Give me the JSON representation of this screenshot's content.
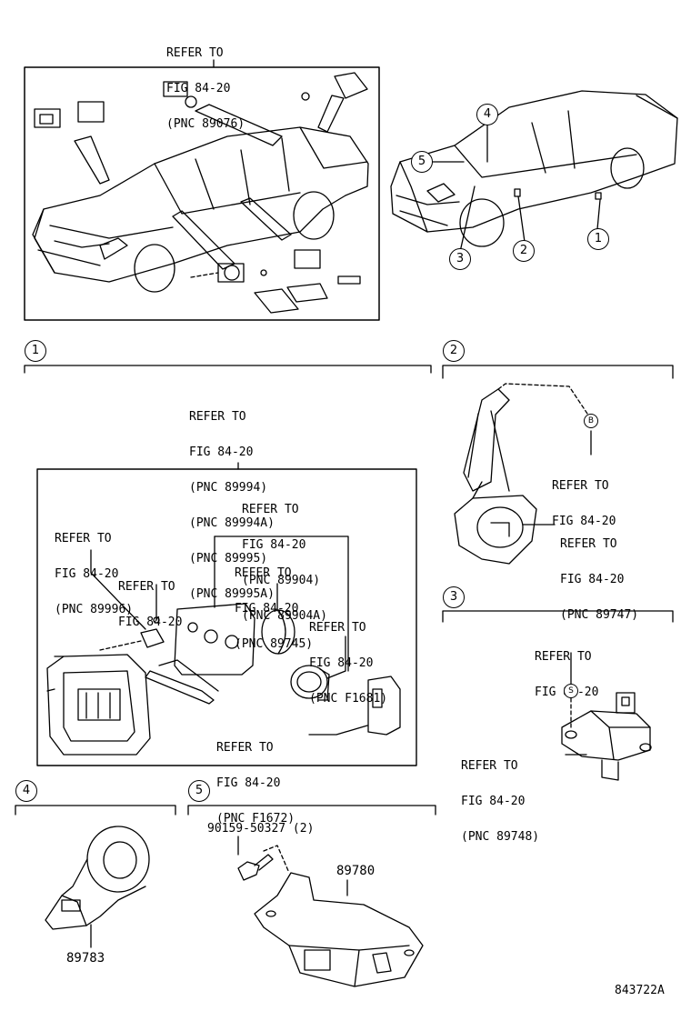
{
  "overview": {
    "refer": [
      "REFER TO",
      "FIG 84-20",
      "(PNC 89076)"
    ]
  },
  "callouts": {
    "c1": "1",
    "c2": "2",
    "c3": "3",
    "c4": "4",
    "c5": "5"
  },
  "section1": {
    "number": "1",
    "refer_top": [
      "REFER TO",
      "FIG 84-20",
      "(PNC 89994)",
      "(PNC 89994A)",
      "(PNC 89995)",
      "(PNC 89995A)"
    ],
    "refer_89996": [
      "REFER TO",
      "FIG 84-20",
      "(PNC 89996)"
    ],
    "refer_screw": [
      "REFER TO",
      "FIG 84-20"
    ],
    "refer_89904": [
      "REFER TO",
      "FIG 84-20",
      "(PNC 89904)",
      "(PNC 89904A)"
    ],
    "refer_89745": [
      "REFER TO",
      "FIG 84-20",
      "(PNC 89745)"
    ],
    "refer_f1681": [
      "REFER TO",
      "FIG 84-20",
      "(PNC F1681)"
    ],
    "refer_f1672": [
      "REFER TO",
      "FIG 84-20",
      "(PNC F1672)"
    ]
  },
  "section2": {
    "number": "2",
    "bolt": "B",
    "refer_bolt": [
      "REFER TO",
      "FIG 84-20"
    ],
    "refer_part": [
      "REFER TO",
      "FIG 84-20",
      "(PNC 89747)"
    ]
  },
  "section3": {
    "number": "3",
    "bolt": "S",
    "refer_bolt": [
      "REFER TO",
      "FIG 84-20"
    ],
    "refer_part": [
      "REFER TO",
      "FIG 84-20",
      "(PNC 89748)"
    ]
  },
  "section4": {
    "number": "4",
    "part": "89783"
  },
  "section5": {
    "number": "5",
    "bolt_part": "90159-50327 (2)",
    "part": "89780"
  },
  "figure_id": "843722A"
}
